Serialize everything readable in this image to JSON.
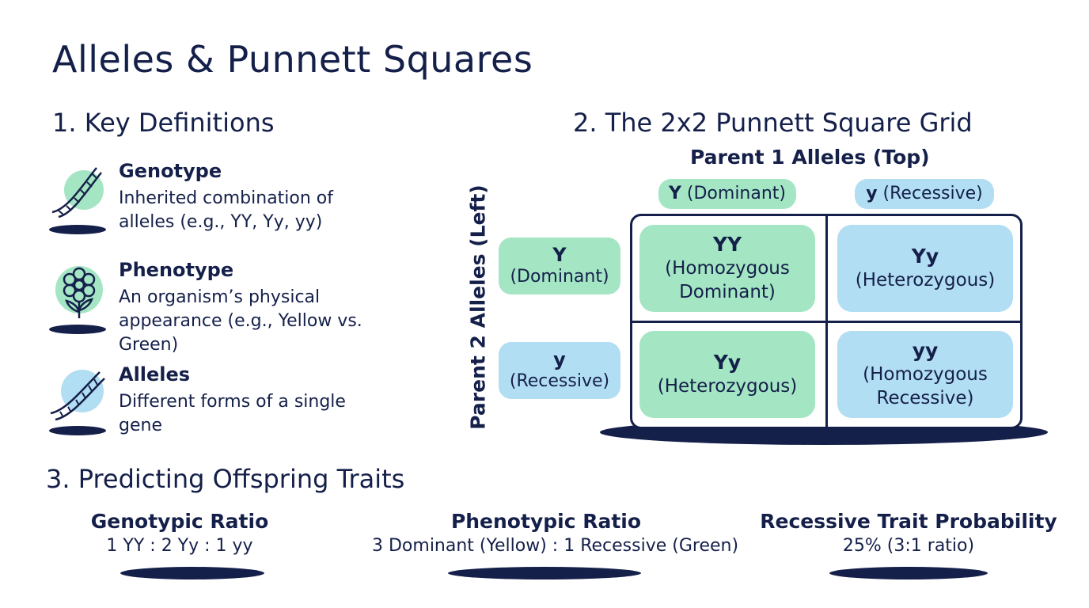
{
  "title": "Alleles & Punnett Squares",
  "sections": {
    "definitions": {
      "heading": "1. Key Definitions",
      "items": [
        {
          "term": "Genotype",
          "description": "Inherited combination of alleles (e.g., YY, Yy, yy)",
          "icon": "dna-helix-icon"
        },
        {
          "term": "Phenotype",
          "description": "An organism’s physical appearance (e.g., Yellow vs. Green)",
          "icon": "flower-icon"
        },
        {
          "term": "Alleles",
          "description": "Different forms of a single gene",
          "icon": "dna-strand-icon"
        }
      ]
    },
    "punnett": {
      "heading": "2. The 2x2 Punnett Square Grid",
      "parent1_label": "Parent 1 Alleles (Top)",
      "parent2_label": "Parent 2 Alleles (Left)",
      "top_alleles": [
        {
          "symbol": "Y",
          "type": "(Dominant)"
        },
        {
          "symbol": "y",
          "type": "(Recessive)"
        }
      ],
      "left_alleles": [
        {
          "symbol": "Y",
          "type": "(Dominant)"
        },
        {
          "symbol": "y",
          "type": "(Recessive)"
        }
      ],
      "cells": [
        {
          "genotype": "YY",
          "line1": "(Homozygous",
          "line2": "Dominant)"
        },
        {
          "genotype": "Yy",
          "line1": "(Heterozygous)",
          "line2": ""
        },
        {
          "genotype": "Yy",
          "line1": "(Heterozygous)",
          "line2": ""
        },
        {
          "genotype": "yy",
          "line1": "(Homozygous",
          "line2": "Recessive)"
        }
      ]
    },
    "predicting": {
      "heading": "3. Predicting Offspring Traits",
      "stats": [
        {
          "label": "Genotypic Ratio",
          "value": "1 YY : 2 Yy : 1 yy"
        },
        {
          "label": "Phenotypic Ratio",
          "value": "3 Dominant (Yellow) : 1 Recessive (Green)"
        },
        {
          "label": "Recessive Trait Probability",
          "value": "25% (3:1 ratio)"
        }
      ]
    }
  },
  "colors": {
    "navy": "#15204a",
    "dominant_green": "#a4e6c4",
    "recessive_blue": "#b2def3"
  }
}
